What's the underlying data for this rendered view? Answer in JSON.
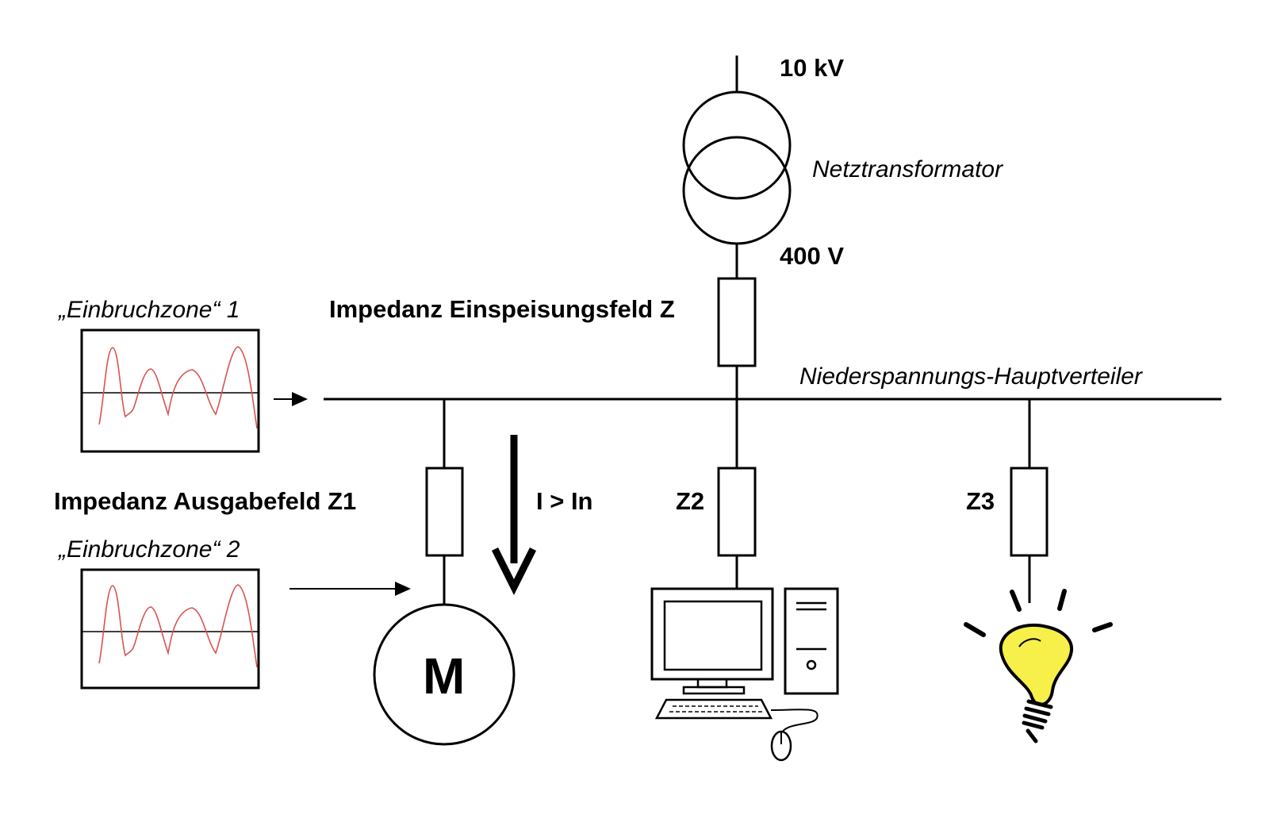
{
  "labels": {
    "hv_voltage": "10 kV",
    "lv_voltage": "400 V",
    "transformer": "Netztransformator",
    "feed_impedance": "Impedanz Einspeisungsfeld Z",
    "busbar": "Niederspannungs-Hauptverteiler",
    "output_impedance": "Impedanz Ausgabefeld Z1",
    "current": "I > In",
    "z2": "Z2",
    "z3": "Z3",
    "zone1": "„Einbruchzone“ 1",
    "zone2": "„Einbruchzone“ 2",
    "motor": "M"
  },
  "colors": {
    "line": "#000000",
    "waveform": "#d9534f",
    "bulb": "#f7ef4a"
  },
  "icons": {
    "transformer": "transformer-icon",
    "motor": "motor-icon",
    "computer": "computer-icon",
    "bulb": "light-bulb-icon"
  }
}
